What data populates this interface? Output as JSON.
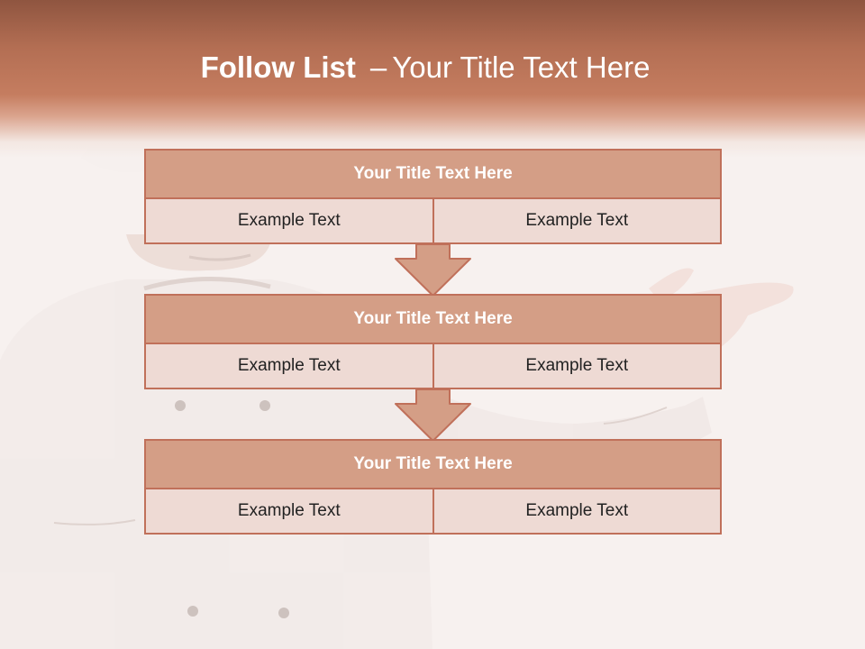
{
  "slide": {
    "title_bold": "Follow List",
    "title_separator": "–",
    "title_rest": "Your Title Text Here"
  },
  "steps": [
    {
      "title": "Your Title Text Here",
      "left_text": "Example Text",
      "right_text": "Example Text"
    },
    {
      "title": "Your Title Text Here",
      "left_text": "Example Text",
      "right_text": "Example Text"
    },
    {
      "title": "Your Title Text Here",
      "left_text": "Example Text",
      "right_text": "Example Text"
    }
  ],
  "colors": {
    "header_band": "#b36e53",
    "block_title_fill": "#d49e86",
    "block_cell_fill": "#eedad4",
    "border": "#c0705a",
    "arrow_fill": "#d49e86",
    "background": "#f7f1ef"
  }
}
